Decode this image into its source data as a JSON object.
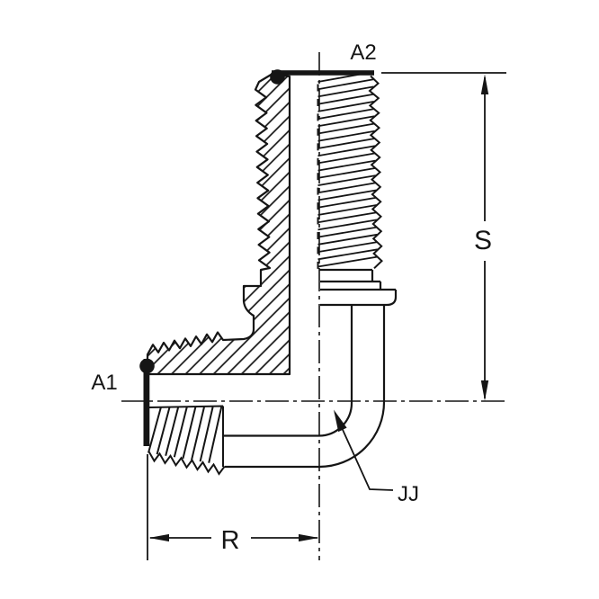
{
  "figure": {
    "labels": {
      "top_port": "A2",
      "left_port": "A1",
      "height_dim": "S",
      "length_dim": "R",
      "elbow_ref": "JJ"
    }
  },
  "colors": {
    "line": "#151515",
    "background": "#ffffff"
  }
}
